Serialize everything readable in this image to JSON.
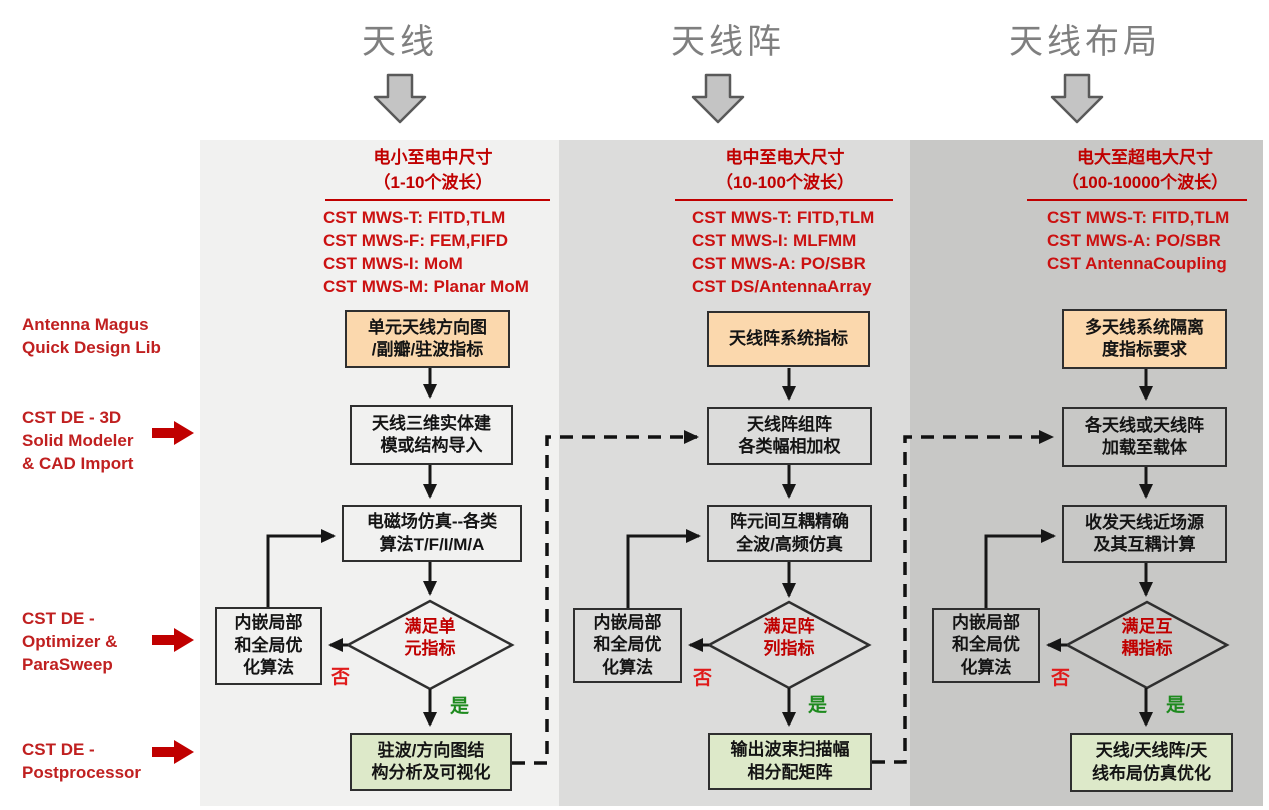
{
  "colors": {
    "red_accent": "#c00000",
    "left_label_red": "#c02020",
    "orange_fill": "#fbd8ad",
    "green_fill": "#dde9c9",
    "yes_green": "#1e8a1e",
    "no_red": "#e01b1b",
    "header_gray": "#7f7f7f",
    "col1_bg": "#f1f1f0",
    "col2_bg": "#dcdcdb",
    "col3_bg": "#c8c8c6"
  },
  "left_labels": [
    {
      "text": "Antenna Magus\nQuick Design Lib"
    },
    {
      "text": "CST DE - 3D\nSolid Modeler\n& CAD Import"
    },
    {
      "text": "CST DE -\nOptimizer &\nParaSweep"
    },
    {
      "text": "CST DE -\nPostprocessor"
    }
  ],
  "columns": [
    {
      "header": "天线",
      "size_title": "电小至电中尺寸\n（1-10个波长）",
      "solvers": [
        "CST MWS-T: FITD,TLM",
        "CST MWS-F: FEM,FIFD",
        "CST MWS-I: MoM",
        "CST MWS-M: Planar MoM"
      ],
      "spec_box": "单元天线方向图\n/副瓣/驻波指标",
      "step1_box": "天线三维实体建\n模或结构导入",
      "step2_box": "电磁场仿真--各类\n算法T/F/I/M/A",
      "optimizer_box": "内嵌局部\n和全局优\n化算法",
      "decision": "满足单\n元指标",
      "no_label": "否",
      "yes_label": "是",
      "output_box": "驻波/方向图结\n构分析及可视化"
    },
    {
      "header": "天线阵",
      "size_title": "电中至电大尺寸\n（10-100个波长）",
      "solvers": [
        "CST MWS-T: FITD,TLM",
        "CST MWS-I: MLFMM",
        "CST MWS-A: PO/SBR",
        "CST DS/AntennaArray"
      ],
      "spec_box": "天线阵系统指标",
      "step1_box": "天线阵组阵\n各类幅相加权",
      "step2_box": "阵元间互耦精确\n全波/高频仿真",
      "optimizer_box": "内嵌局部\n和全局优\n化算法",
      "decision": "满足阵\n列指标",
      "no_label": "否",
      "yes_label": "是",
      "output_box": "输出波束扫描幅\n相分配矩阵"
    },
    {
      "header": "天线布局",
      "size_title": "电大至超电大尺寸\n（100-10000个波长）",
      "solvers": [
        "CST MWS-T: FITD,TLM",
        "CST MWS-A: PO/SBR",
        "CST AntennaCoupling"
      ],
      "spec_box": "多天线系统隔离\n度指标要求",
      "step1_box": "各天线或天线阵\n加载至载体",
      "step2_box": "收发天线近场源\n及其互耦计算",
      "optimizer_box": "内嵌局部\n和全局优\n化算法",
      "decision": "满足互\n耦指标",
      "no_label": "否",
      "yes_label": "是",
      "output_box": "天线/天线阵/天\n线布局仿真优化"
    }
  ]
}
